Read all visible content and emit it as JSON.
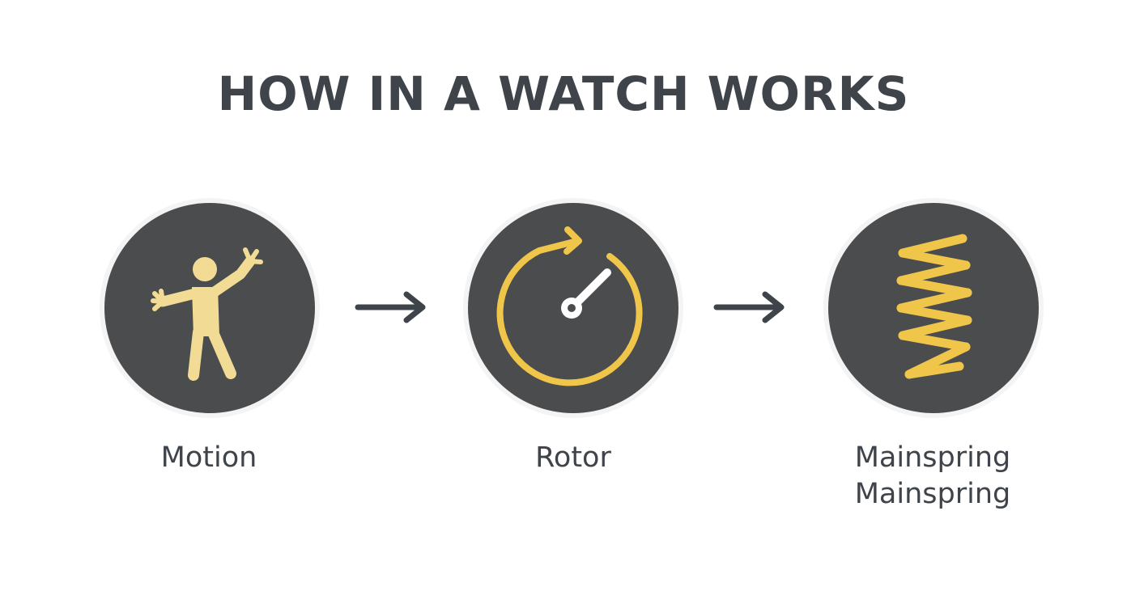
{
  "title": "HOW IN A WATCH WORKS",
  "colors": {
    "circle": "#4b4c4e",
    "accent_yellow": "#f0c64a",
    "accent_light": "#f2dc95",
    "text": "#3f444b",
    "arrow": "#3f444b"
  },
  "steps": [
    {
      "label": "Motion",
      "icon": "person-waving-icon"
    },
    {
      "label": "Rotor",
      "icon": "rotor-icon"
    },
    {
      "label": "Mainspring Mainspring",
      "icon": "spring-icon"
    }
  ],
  "arrows": [
    "arrow-right-icon",
    "arrow-right-icon"
  ]
}
